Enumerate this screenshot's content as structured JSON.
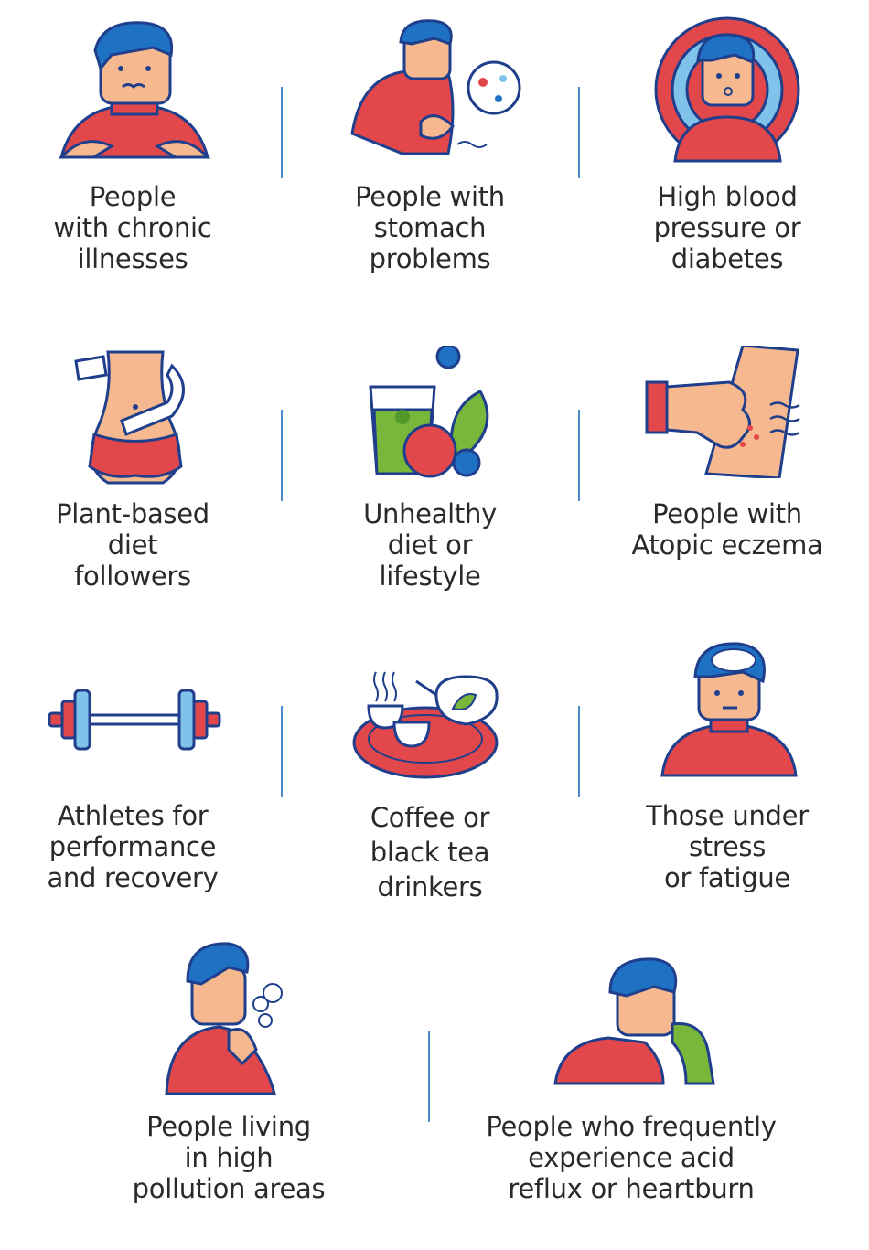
{
  "items": [
    {
      "label": "People\nwith chronic\nillnesses",
      "icon": "chronic-illness-person-icon"
    },
    {
      "label": "People with\nstomach\nproblems",
      "icon": "stomach-ache-person-icon"
    },
    {
      "label": "High blood\npressure or\ndiabetes",
      "icon": "blood-pressure-person-icon"
    },
    {
      "label": "Plant-based\ndiet\nfollowers",
      "icon": "measuring-tape-waist-icon"
    },
    {
      "label": "Unhealthy\ndiet or\nlifestyle",
      "icon": "juice-fruit-icon"
    },
    {
      "label": "People with\nAtopic eczema",
      "icon": "scratching-hand-icon"
    },
    {
      "label": "Athletes for\nperformance\nand recovery",
      "icon": "dumbbell-icon"
    },
    {
      "label": "Coffee or\nblack tea\ndrinkers",
      "icon": "teapot-cups-icon"
    },
    {
      "label": "Those under\nstress\nor fatigue",
      "icon": "stressed-person-icon"
    },
    {
      "label": "People living\nin high\npollution areas",
      "icon": "coughing-person-icon"
    },
    {
      "label": "People who frequently\nexperience acid\nreflux or heartburn",
      "icon": "vomiting-person-icon"
    }
  ],
  "colors": {
    "red": "#e2474b",
    "blue": "#1f72c3",
    "light_blue": "#7fc3ea",
    "skin": "#f6b98f",
    "green": "#79b73b",
    "outline": "#1f3f8c"
  }
}
